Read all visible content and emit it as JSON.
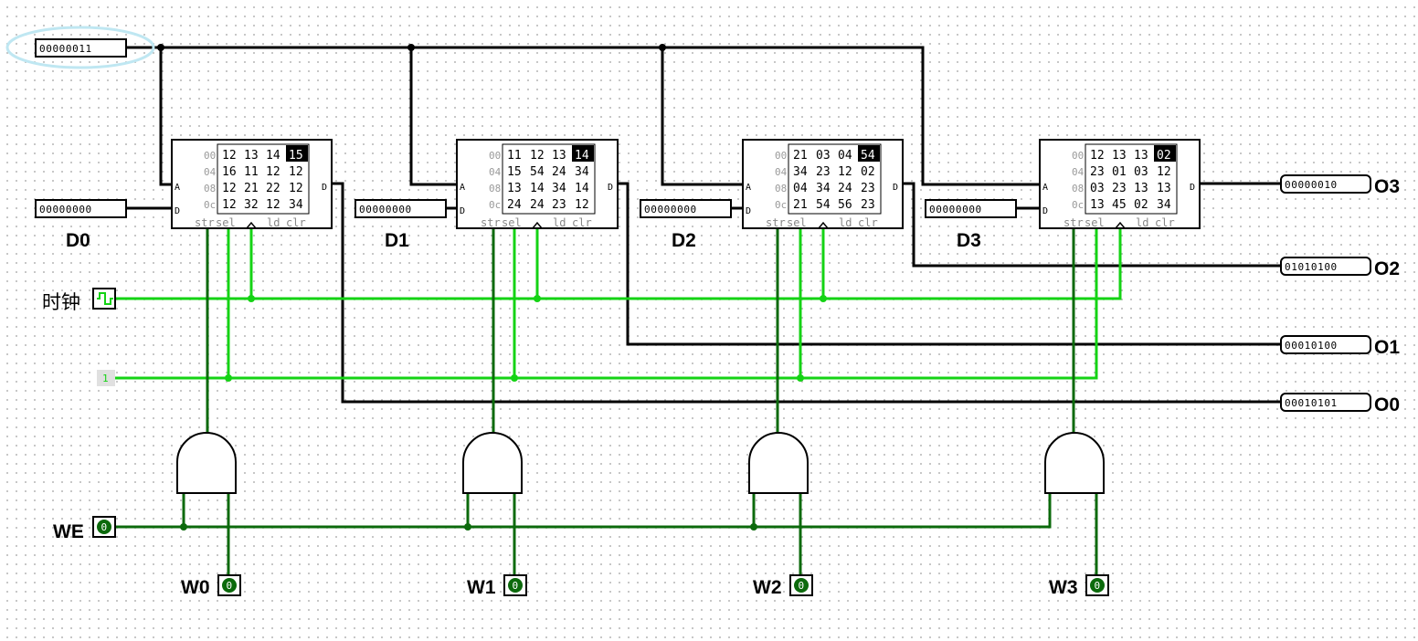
{
  "address_input": {
    "value": "00000011"
  },
  "data_inputs": [
    {
      "label": "D0",
      "value": "00000000"
    },
    {
      "label": "D1",
      "value": "00000000"
    },
    {
      "label": "D2",
      "value": "00000000"
    },
    {
      "label": "D3",
      "value": "00000000"
    }
  ],
  "rams": [
    {
      "addresses": [
        "00",
        "04",
        "08",
        "0c"
      ],
      "rows": [
        [
          "12",
          "13",
          "14",
          "15"
        ],
        [
          "16",
          "11",
          "12",
          "12"
        ],
        [
          "12",
          "21",
          "22",
          "12"
        ],
        [
          "12",
          "32",
          "12",
          "34"
        ]
      ],
      "selected_cell": "15"
    },
    {
      "addresses": [
        "00",
        "04",
        "08",
        "0c"
      ],
      "rows": [
        [
          "11",
          "12",
          "13",
          "14"
        ],
        [
          "15",
          "54",
          "24",
          "34"
        ],
        [
          "13",
          "14",
          "34",
          "14"
        ],
        [
          "24",
          "24",
          "23",
          "12"
        ]
      ],
      "selected_cell": "14"
    },
    {
      "addresses": [
        "00",
        "04",
        "08",
        "0c"
      ],
      "rows": [
        [
          "21",
          "03",
          "04",
          "54"
        ],
        [
          "34",
          "23",
          "12",
          "02"
        ],
        [
          "04",
          "34",
          "24",
          "23"
        ],
        [
          "21",
          "54",
          "56",
          "23"
        ]
      ],
      "selected_cell": "54"
    },
    {
      "addresses": [
        "00",
        "04",
        "08",
        "0c"
      ],
      "rows": [
        [
          "12",
          "13",
          "13",
          "02"
        ],
        [
          "23",
          "01",
          "03",
          "12"
        ],
        [
          "03",
          "23",
          "13",
          "13"
        ],
        [
          "13",
          "45",
          "02",
          "34"
        ]
      ],
      "selected_cell": "02"
    }
  ],
  "ram_ports": {
    "a": "A",
    "d_in": "D",
    "d_out": "D",
    "str": "str",
    "sel": "sel",
    "ld": "ld",
    "clr": "clr"
  },
  "outputs": [
    {
      "label": "O3",
      "value": "00000010"
    },
    {
      "label": "O2",
      "value": "01010100"
    },
    {
      "label": "O1",
      "value": "00010100"
    },
    {
      "label": "O0",
      "value": "00010101"
    }
  ],
  "clock": {
    "label": "时钟"
  },
  "constant": {
    "value": "1"
  },
  "write_enable": {
    "label": "WE",
    "value": "0"
  },
  "write_outputs": [
    {
      "label": "W0",
      "value": "0"
    },
    {
      "label": "W1",
      "value": "0"
    },
    {
      "label": "W2",
      "value": "0"
    },
    {
      "label": "W3",
      "value": "0"
    }
  ],
  "colors": {
    "wire": "#000000",
    "wire_active": "#14d314",
    "wire_low": "#0c6a0c",
    "highlight": "#bfe7f2"
  }
}
